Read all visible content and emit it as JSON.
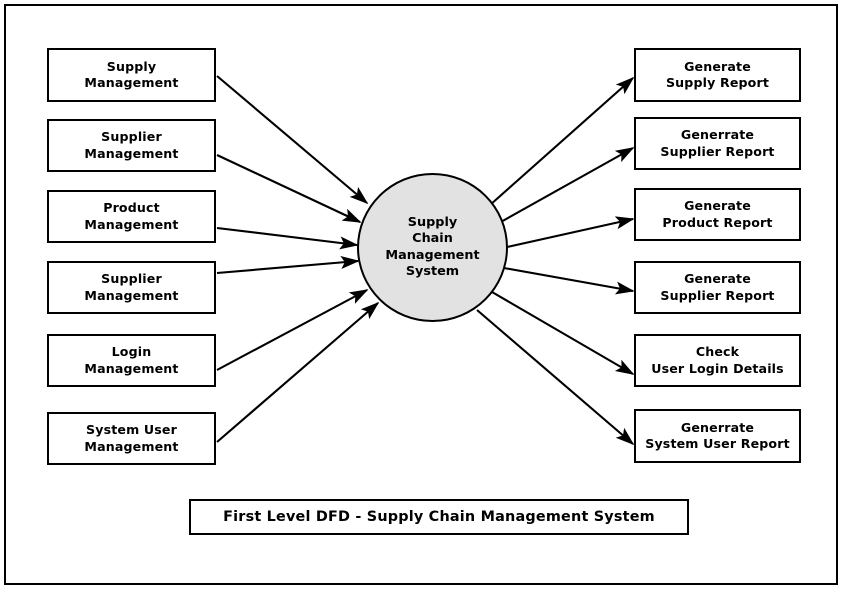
{
  "diagram": {
    "title": "First Level DFD - Supply Chain Management System",
    "process": {
      "name": "Supply\nChain\nManagement\nSystem",
      "fill_color": "#e2e2e2",
      "stroke_color": "#000000"
    },
    "frame": {
      "border_color": "#000000"
    },
    "inputs": [
      {
        "id": "supply-management",
        "label": "Supply\nManagement"
      },
      {
        "id": "supplier-management-1",
        "label": "Supplier\nManagement"
      },
      {
        "id": "product-management",
        "label": "Product\nManagement"
      },
      {
        "id": "supplier-management-2",
        "label": "Supplier\nManagement"
      },
      {
        "id": "login-management",
        "label": "Login\nManagement"
      },
      {
        "id": "system-user-management",
        "label": "System User\nManagement"
      }
    ],
    "outputs": [
      {
        "id": "generate-supply-report",
        "label": "Generate\nSupply Report"
      },
      {
        "id": "generate-supplier-report-1",
        "label": "Generrate\nSupplier Report"
      },
      {
        "id": "generate-product-report",
        "label": "Generate\nProduct Report"
      },
      {
        "id": "generate-supplier-report-2",
        "label": "Generate\nSupplier Report"
      },
      {
        "id": "check-user-login-details",
        "label": "Check\nUser Login Details"
      },
      {
        "id": "generate-system-user-report",
        "label": "Generrate\nSystem User Report"
      }
    ],
    "flows": [
      {
        "from": "supply-management",
        "to": "process"
      },
      {
        "from": "supplier-management-1",
        "to": "process"
      },
      {
        "from": "product-management",
        "to": "process"
      },
      {
        "from": "supplier-management-2",
        "to": "process"
      },
      {
        "from": "login-management",
        "to": "process"
      },
      {
        "from": "system-user-management",
        "to": "process"
      },
      {
        "from": "process",
        "to": "generate-supply-report"
      },
      {
        "from": "process",
        "to": "generate-supplier-report-1"
      },
      {
        "from": "process",
        "to": "generate-product-report"
      },
      {
        "from": "process",
        "to": "generate-supplier-report-2"
      },
      {
        "from": "process",
        "to": "check-user-login-details"
      },
      {
        "from": "process",
        "to": "generate-system-user-report"
      }
    ]
  }
}
